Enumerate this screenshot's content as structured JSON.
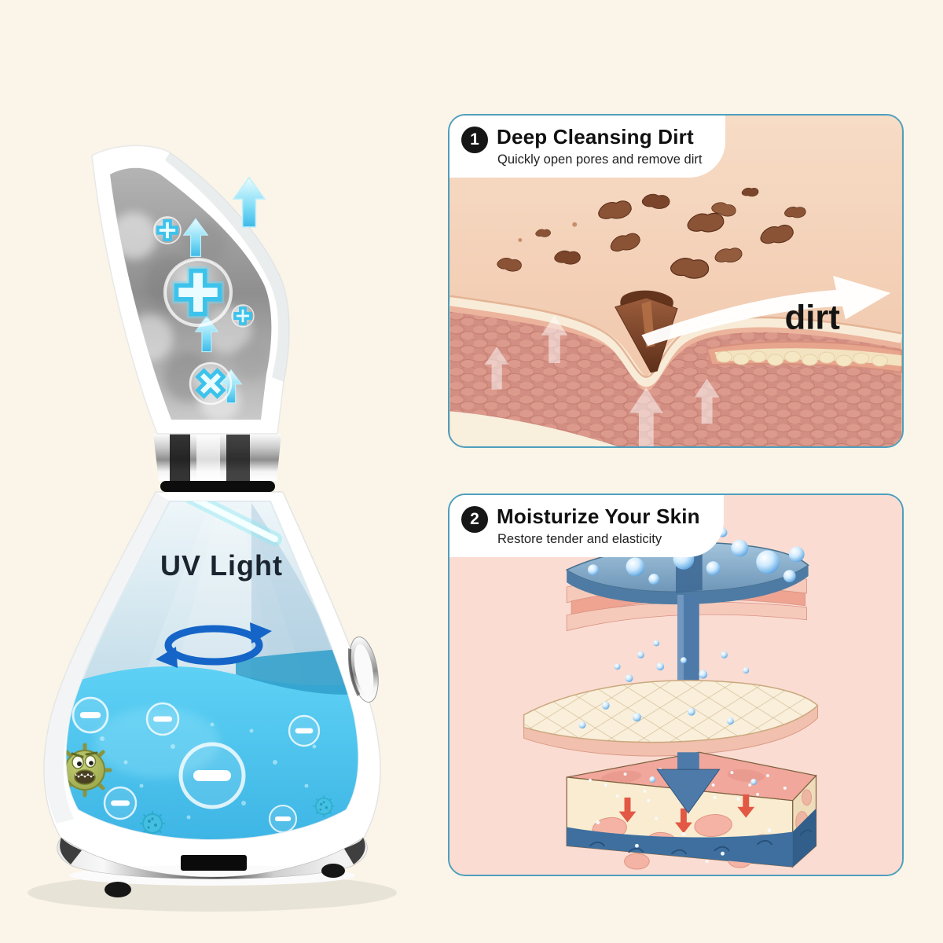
{
  "page": {
    "background_color": "#faf5e8"
  },
  "device": {
    "uv_light_label": "UV Light",
    "icons": {
      "steam_positive_ions": [
        "plus-icon",
        "plus-icon",
        "plus-icon"
      ],
      "steam_sterilize": "cross-icon",
      "steam_flow": [
        "up-arrow-icon",
        "up-arrow-icon",
        "up-arrow-icon",
        "up-arrow-icon"
      ],
      "water_negative_ions": [
        "minus-icon",
        "minus-icon",
        "minus-icon",
        "minus-icon",
        "minus-icon",
        "minus-icon"
      ],
      "germ": "germ-icon",
      "viruses": [
        "virus-icon",
        "virus-icon"
      ],
      "circulation": "circulation-arrows-icon"
    }
  },
  "panels": [
    {
      "number": "1",
      "title": "Deep Cleansing Dirt",
      "subtitle": "Quickly open pores and remove dirt",
      "annotation": "dirt"
    },
    {
      "number": "2",
      "title": "Moisturize Your Skin",
      "subtitle": "Restore tender and elasticity",
      "annotation": ""
    }
  ],
  "colors": {
    "background": "#faf5e8",
    "panel_border": "#4d9fbe",
    "panel_1_bg": "#f2cdb2",
    "panel_2_bg": "#fbdcd2",
    "water_blue": "#47c4ef",
    "ion_cyan": "#3fc6ee",
    "circulation_blue": "#1565c8",
    "badge_black": "#161616"
  }
}
